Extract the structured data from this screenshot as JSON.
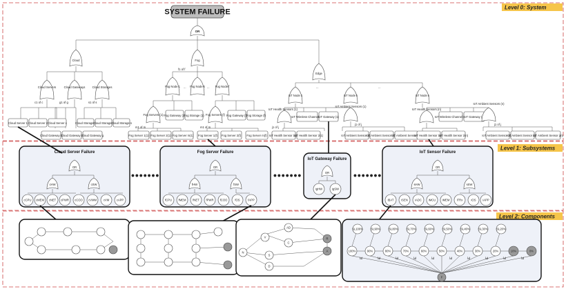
{
  "levels": {
    "level0": "Level 0: System",
    "level1": "Level 1: Subsystems",
    "level2": "Level 2: Components"
  },
  "top": {
    "title": "SYSTEM FAILURE",
    "gate": "OR"
  },
  "level0": {
    "cloud": {
      "gate": "Cloud",
      "groups": [
        {
          "name": "Cloud Servers",
          "vote": "c1 of c",
          "leaves": [
            "Cloud Server 1",
            "Cloud Server 2",
            "Cloud Server c"
          ]
        },
        {
          "name": "Cloud Gateways",
          "vote": "g1 of g",
          "leaves": [
            "Cloud Gateway 1",
            "Cloud Gateway 2",
            "Cloud Gateway g"
          ]
        },
        {
          "name": "Cloud Storages",
          "vote": "s1 of s",
          "leaves": [
            "Cloud Storage 1",
            "Cloud Storage 2",
            "Cloud Storage s"
          ]
        }
      ]
    },
    "fog": {
      "gate": "Fog",
      "vote": "f1 of f",
      "nodes": [
        "Fog Node 1",
        "Fog Node k",
        "Fog Node f"
      ],
      "node1": {
        "children": [
          "Fog Servers (1)",
          "Fog Gateway (1)",
          "Fog Storage (1)"
        ],
        "vote": "m1 of m",
        "leaves": [
          "Fog Server 1(1)",
          "Fog Server 2(1)",
          "Fog Server m(1)"
        ]
      },
      "nodef": {
        "children": [
          "Fog Servers (f)",
          "Fog Gateway (f)",
          "Fog Storage (f)"
        ],
        "vote": "m1 of m",
        "leaves": [
          "Fog Server 1(f)",
          "Fog Server 2(f)",
          "Fog Server m(f)"
        ]
      }
    },
    "edge": {
      "gate": "Edge",
      "nodes": [
        "IoT Node 1",
        "IoT Node k",
        "IoT Node n"
      ],
      "node1": {
        "children": [
          "IoT Health Sensors (1)",
          "IoT Wireless Channel (1)",
          "IoT Gateway (1)",
          "IoT Ambient Sensors (1)"
        ],
        "vote_h": "j1 of j",
        "vote_a": "j1 of j",
        "leaves": [
          "IoT Health Sensor 1(1)",
          "IoT Health Sensor 2(1)",
          "IoT Ambient Sensor 1(1)",
          "IoT Ambient Sensor 2(1)",
          "IoT Ambient Sensor j(1)"
        ]
      },
      "noden": {
        "children": [
          "IoT Health Sensors (n)",
          "IoT Wireless Channel (n)",
          "IoT Gateway (n)",
          "IoT Ambient Sensors (n)"
        ],
        "vote_a": "j1 of j",
        "leaves": [
          "IoT Health Sensor 1(n)",
          "IoT Health Sensor 2(n)",
          "IoT Ambient Sensor 1(n)",
          "IoT Ambient Sensor 2(n)",
          "IoT Ambient Sensor j(n)"
        ]
      }
    },
    "ellipsis": "..."
  },
  "level1": {
    "dots": "•••••••",
    "panels": [
      {
        "title": "Cloud Server Failure",
        "gate": "OR",
        "subgates": [
          "cHW",
          "cSW"
        ],
        "leaves": [
          "cCPU",
          "cMEM",
          "cNET",
          "cPWR",
          "cCOO",
          "cVMM",
          "cVM",
          "cAPP"
        ]
      },
      {
        "title": "Fog Server Failure",
        "gate": "OR",
        "subgates": [
          "fHW",
          "fSW"
        ],
        "leaves": [
          "fCPU",
          "fMEM",
          "fNET",
          "fPWR",
          "fCOO",
          "fOS",
          "fAPP"
        ]
      },
      {
        "title": "IoT Gateway Failure",
        "gate": "OR",
        "subgates": [],
        "leaves": [
          "igHW",
          "igSW"
        ]
      },
      {
        "title": "IoT Sensor Failure",
        "gate": "OR",
        "subgates": [
          "sHW",
          "sSW"
        ],
        "leaves": [
          "iBAT",
          "iSEN",
          "iADC",
          "iMCU",
          "iMEM",
          "iTRx",
          "iOS",
          "iAPP"
        ]
      }
    ]
  },
  "level2": {
    "battery": {
      "top": [
        "SL100%",
        "SL90%",
        "SL80%",
        "SL70%",
        "SL60%",
        "SL50%",
        "SL40%",
        "SL30%",
        "SL20%"
      ],
      "mid": [
        "100%",
        "90%",
        "80%",
        "70%",
        "60%",
        "50%",
        "40%",
        "30%",
        "20%",
        "10%",
        "0%"
      ],
      "edge": "λd",
      "bottom": "F"
    },
    "gateway": {
      "states": [
        "AD",
        "V",
        "C",
        "N",
        "S",
        "D",
        "R",
        "A"
      ]
    }
  }
}
